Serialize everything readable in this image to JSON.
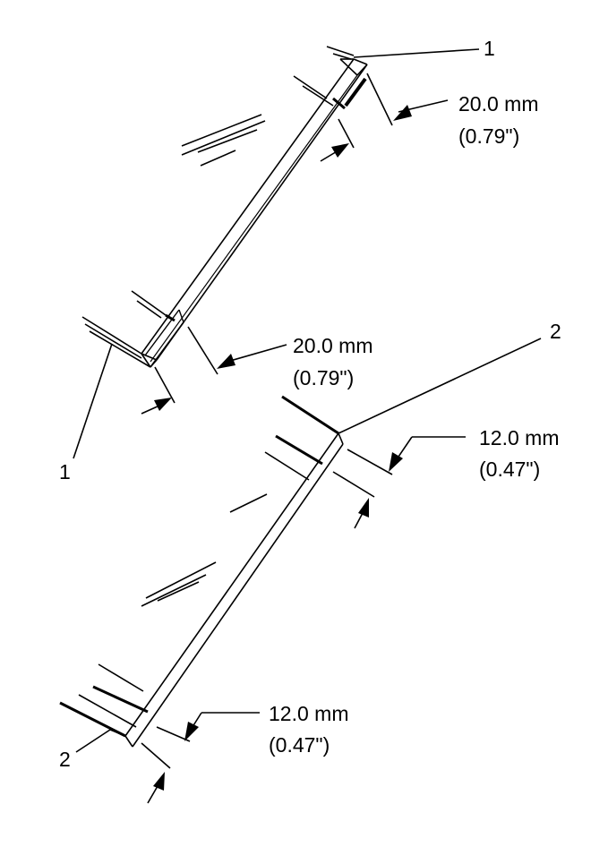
{
  "callouts": {
    "callout_1_top": "1",
    "callout_1_bottom": "1",
    "callout_2_top": "2",
    "callout_2_bottom": "2"
  },
  "dimensions": {
    "upper_top": {
      "metric": "20.0 mm",
      "imperial": "(0.79\")"
    },
    "upper_bottom": {
      "metric": "20.0 mm",
      "imperial": "(0.79\")"
    },
    "lower_top": {
      "metric": "12.0 mm",
      "imperial": "(0.47\")"
    },
    "lower_bottom": {
      "metric": "12.0 mm",
      "imperial": "(0.47\")"
    }
  }
}
